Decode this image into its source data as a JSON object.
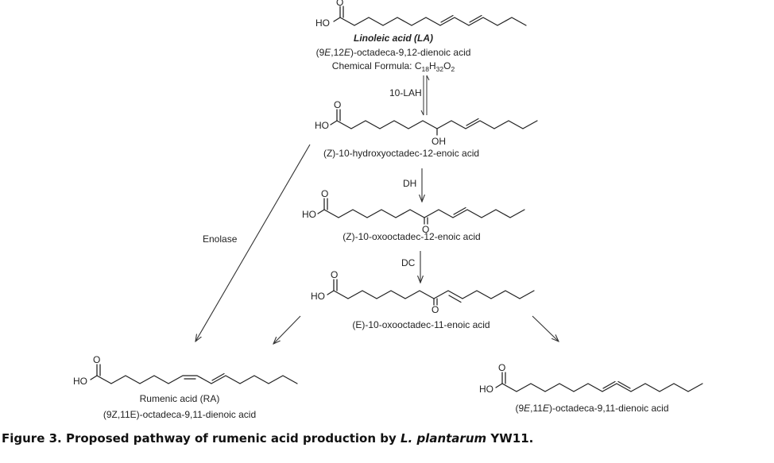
{
  "structures": {
    "la": {
      "atom_oh": "HO",
      "atom_o": "O",
      "name": "Linoleic acid (LA)",
      "iupac": {
        "pre": "(9",
        "i1": "E",
        "mid": ",12",
        "i2": "E",
        "post": ")-octadeca-9,12-dienoic acid"
      },
      "formula": {
        "label": "Chemical Formula: C",
        "n1": "18",
        "h": "H",
        "n2": "32",
        "o": "O",
        "n3": "2"
      }
    },
    "hydroxy": {
      "atom_oh": "HO",
      "atom_o": "O",
      "substituent": "OH",
      "name": "(Z)-10-hydroxyoctadec-12-enoic acid"
    },
    "oxo_z": {
      "atom_oh": "HO",
      "atom_o": "O",
      "substituent": "O",
      "name": "(Z)-10-oxooctadec-12-enoic acid"
    },
    "oxo_e": {
      "atom_oh": "HO",
      "atom_o": "O",
      "substituent": "O",
      "name": "(E)-10-oxooctadec-11-enoic acid"
    },
    "ra": {
      "atom_oh": "HO",
      "atom_o": "O",
      "name": "Rumenic acid (RA)",
      "iupac": "(9Z,11E)-octadeca-9,11-dienoic acid"
    },
    "ee": {
      "atom_oh": "HO",
      "atom_o": "O",
      "iupac": {
        "pre": "(9",
        "i1": "E",
        "mid": ",11",
        "i2": "E",
        "post": ")-octadeca-9,11-dienoic acid"
      }
    }
  },
  "enzymes": {
    "lah": "10-LAH",
    "dh": "DH",
    "dc": "DC",
    "enolase": "Enolase"
  },
  "caption": {
    "prefix": "Figure 3. Proposed pathway of rumenic acid production by ",
    "species": "L. plantarum",
    "suffix": " YW11."
  }
}
